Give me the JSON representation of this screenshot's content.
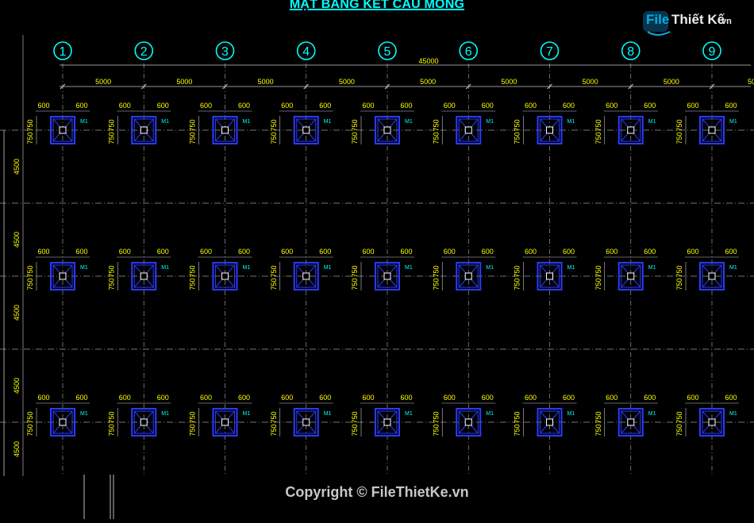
{
  "drawing": {
    "title": "MẶT BẰNG KẾT CẤU MÓNG",
    "axis_labels": [
      "1",
      "2",
      "3",
      "4",
      "5",
      "6",
      "7",
      "8",
      "9"
    ],
    "overall_dimension": "45000",
    "bay_dimension": "5000",
    "bay_count": 8,
    "row_dimension": "4500",
    "footing_width_label": "600",
    "footing_height_label": "750",
    "footing_tag": "M1",
    "footing_rows": 3,
    "colors": {
      "background": "#000000",
      "title": "#00ffff",
      "axis_bubble": "#00ffff",
      "grid_line": "#9a9a9a",
      "dimension_line": "#c8c8c8",
      "dimension_text": "#ffff00",
      "footing": "#2a3aff",
      "footing_tag": "#00ffff"
    }
  },
  "watermark": {
    "logo_file": "File",
    "logo_thietke": "Thiết Kế",
    "logo_vn": ".vn",
    "copyright": "Copyright © FileThietKe.vn"
  }
}
